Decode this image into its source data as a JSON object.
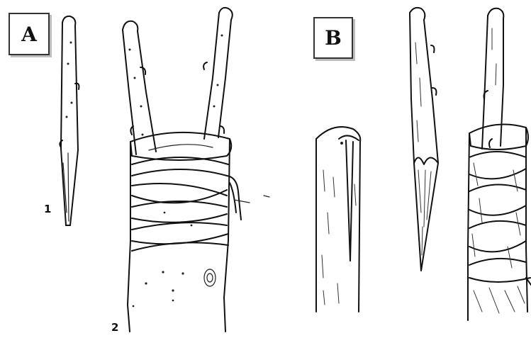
{
  "panels": {
    "a": {
      "label": "A"
    },
    "b": {
      "label": "B"
    }
  },
  "steps": {
    "one": "1",
    "two": "2"
  },
  "colors": {
    "ink": "#111111",
    "background": "#ffffff",
    "label_shadow": "#bdbdbd"
  }
}
